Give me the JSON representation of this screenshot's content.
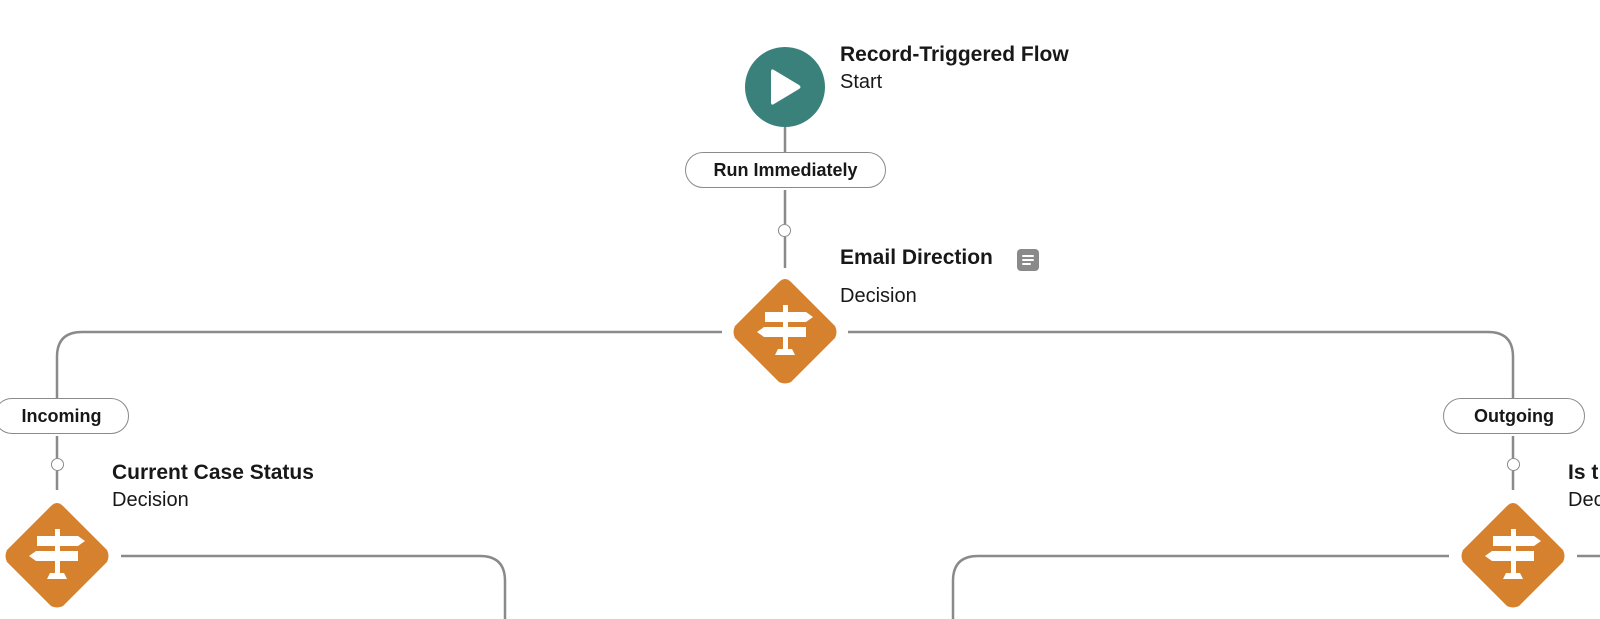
{
  "start": {
    "title": "Record-Triggered Flow",
    "subtitle": "Start",
    "icon": "play-icon",
    "color": "#3a817b"
  },
  "run_path": {
    "label": "Run Immediately"
  },
  "decision_main": {
    "title": "Email Direction",
    "subtitle": "Decision",
    "icon": "signpost-icon",
    "info_icon": "description-icon",
    "color": "#d6812d"
  },
  "branches": {
    "incoming": {
      "label": "Incoming",
      "node_title": "Current Case Status",
      "node_subtitle": "Decision"
    },
    "outgoing": {
      "label": "Outgoing",
      "node_title": "Is t",
      "node_subtitle": "Dec"
    }
  },
  "colors": {
    "connector": "#8a8a8a",
    "start": "#3a817b",
    "decision": "#d6812d"
  }
}
